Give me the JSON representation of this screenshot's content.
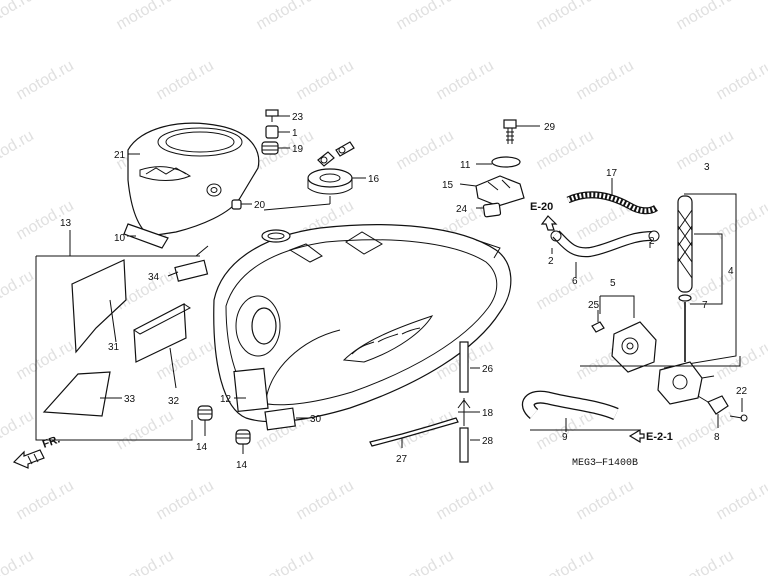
{
  "watermark": "motod.ru",
  "diagram_code": "MEG3—F1400B",
  "front_label": "FR.",
  "refs": {
    "e20": "E-20",
    "e21": "E-2-1"
  },
  "callouts": {
    "c1": "1",
    "c2a": "2",
    "c2b": "2",
    "c3": "3",
    "c4": "4",
    "c5": "5",
    "c6": "6",
    "c7": "7",
    "c8": "8",
    "c9": "9",
    "c10": "10",
    "c11": "11",
    "c12": "12",
    "c13": "13",
    "c14a": "14",
    "c14b": "14",
    "c15": "15",
    "c16": "16",
    "c17": "17",
    "c18": "18",
    "c19": "19",
    "c20": "20",
    "c21": "21",
    "c22": "22",
    "c23": "23",
    "c24": "24",
    "c25": "25",
    "c26": "26",
    "c27": "27",
    "c28": "28",
    "c29": "29",
    "c30": "30",
    "c31": "31",
    "c32": "32",
    "c33": "33",
    "c34": "34"
  }
}
